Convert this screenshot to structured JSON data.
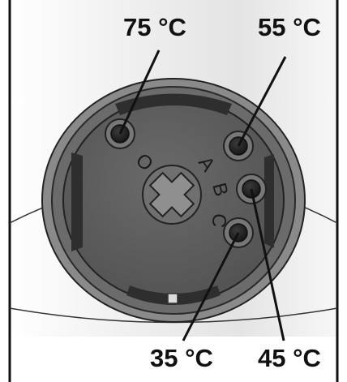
{
  "diagram": {
    "labels": {
      "top_left": "75 °C",
      "top_right": "55 °C",
      "bottom_left": "35 °C",
      "bottom_right": "45 °C"
    },
    "dial_markings": {
      "zero": "O",
      "a": "A",
      "b": "B",
      "c": "C"
    },
    "colors": {
      "housing_gray": "#ececec",
      "dial_outer": "#6e6e6e",
      "dial_face": "#5b5b5b",
      "port_dark": "#2b2b2b",
      "line": "#111111"
    }
  }
}
